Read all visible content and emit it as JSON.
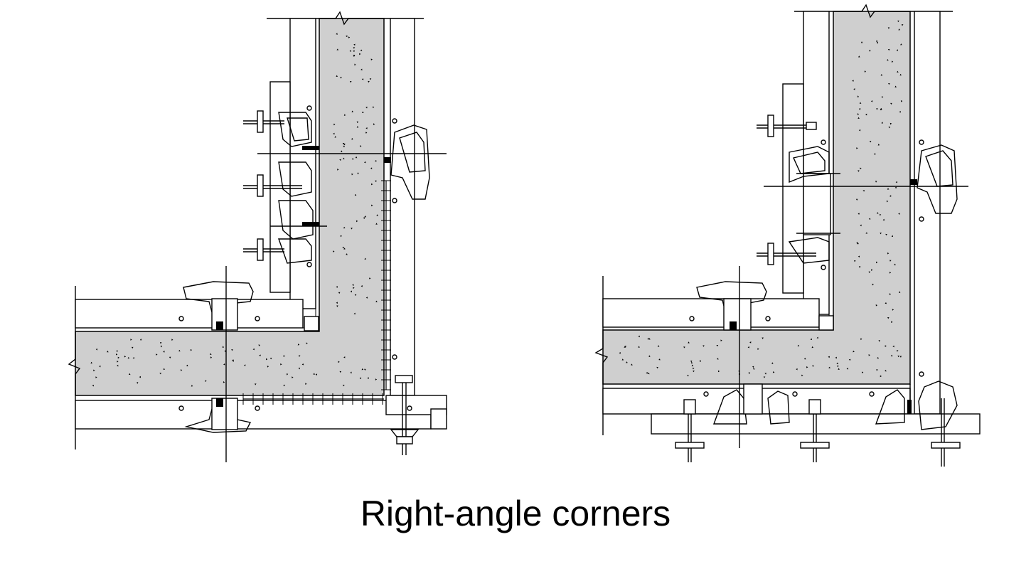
{
  "caption": "Right-angle corners",
  "colors": {
    "concrete": "#cfcfcf",
    "line": "#000000",
    "background": "#ffffff"
  },
  "panels": [
    {
      "name": "corner-detail-left"
    },
    {
      "name": "corner-detail-right"
    }
  ]
}
